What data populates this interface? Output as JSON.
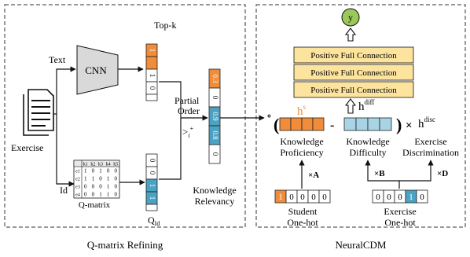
{
  "panels": {
    "left_title": "Q-matrix Refining",
    "right_title": "NeuralCDM"
  },
  "left": {
    "exercise_label": "Exercise",
    "text_label": "Text",
    "id_label": "Id",
    "cnn_label": "CNN",
    "topk_label": "Top-k",
    "topk_values": [
      "1",
      "",
      "1",
      "0",
      ""
    ],
    "qmatrix_label": "Q-matrix",
    "qmatrix_col_headers": [
      "k1",
      "k2",
      "k3",
      "k4",
      "k5"
    ],
    "qmatrix_row_headers": [
      "e1",
      "e2",
      "e3",
      "e4"
    ],
    "qmatrix_rows": [
      [
        "1",
        "0",
        "1",
        "0",
        "0"
      ],
      [
        "1",
        "1",
        "0",
        "1",
        "0"
      ],
      [
        "0",
        "0",
        "0",
        "1",
        "0"
      ],
      [
        "0",
        "0",
        "1",
        "1",
        "0"
      ]
    ],
    "qid_values": [
      "0",
      "0",
      "1",
      "1",
      "0"
    ],
    "qid_label_main": "Q",
    "qid_label_sub": "Id",
    "partial_order_line1": "Partial",
    "partial_order_line2": "Order",
    "partial_order_symbol": ">",
    "partial_order_sub": "i",
    "partial_order_sup": "+",
    "relevancy_values": [
      "0.3",
      "0",
      "0.9",
      "0.8",
      "0"
    ],
    "relevancy_line1": "Knowledge",
    "relevancy_line2": "Relevancy"
  },
  "right": {
    "y_label": "y",
    "fc_layers": [
      "Positive Full Connection",
      "Positive Full Connection",
      "Positive Full Connection"
    ],
    "circle_op": "∘",
    "open_paren": "(",
    "close_paren": ")",
    "minus_op": "-",
    "times_op": "×",
    "hs_base": "h",
    "hs_sup": "s",
    "hdiff_base": "h",
    "hdiff_sup": "diff",
    "hdisc_base": "h",
    "hdisc_sup": "disc",
    "prof_line1": "Knowledge",
    "prof_line2": "Proficiency",
    "diff_line1": "Knowledge",
    "diff_line2": "Difficulty",
    "disc_line1": "Exercise",
    "disc_line2": "Discrimination",
    "mult_a": "×A",
    "mult_b": "×B",
    "mult_d": "×D",
    "student_onehot": [
      "1",
      "0",
      "0",
      "0",
      "0"
    ],
    "student_line1": "Student",
    "student_line2": "One-hot",
    "exercise_onehot": [
      "0",
      "0",
      "0",
      "1",
      "0"
    ],
    "exercise_line1": "Exercise",
    "exercise_line2": "One-hot"
  },
  "colors": {
    "orange": "#F08C3A",
    "blue": "#4BA3C3",
    "light_blue": "#A9D4E6",
    "fc_fill": "#FCE39E",
    "y_fill": "#9BC85A",
    "gray_fill": "#C0C0C0",
    "ink": "#111111"
  }
}
